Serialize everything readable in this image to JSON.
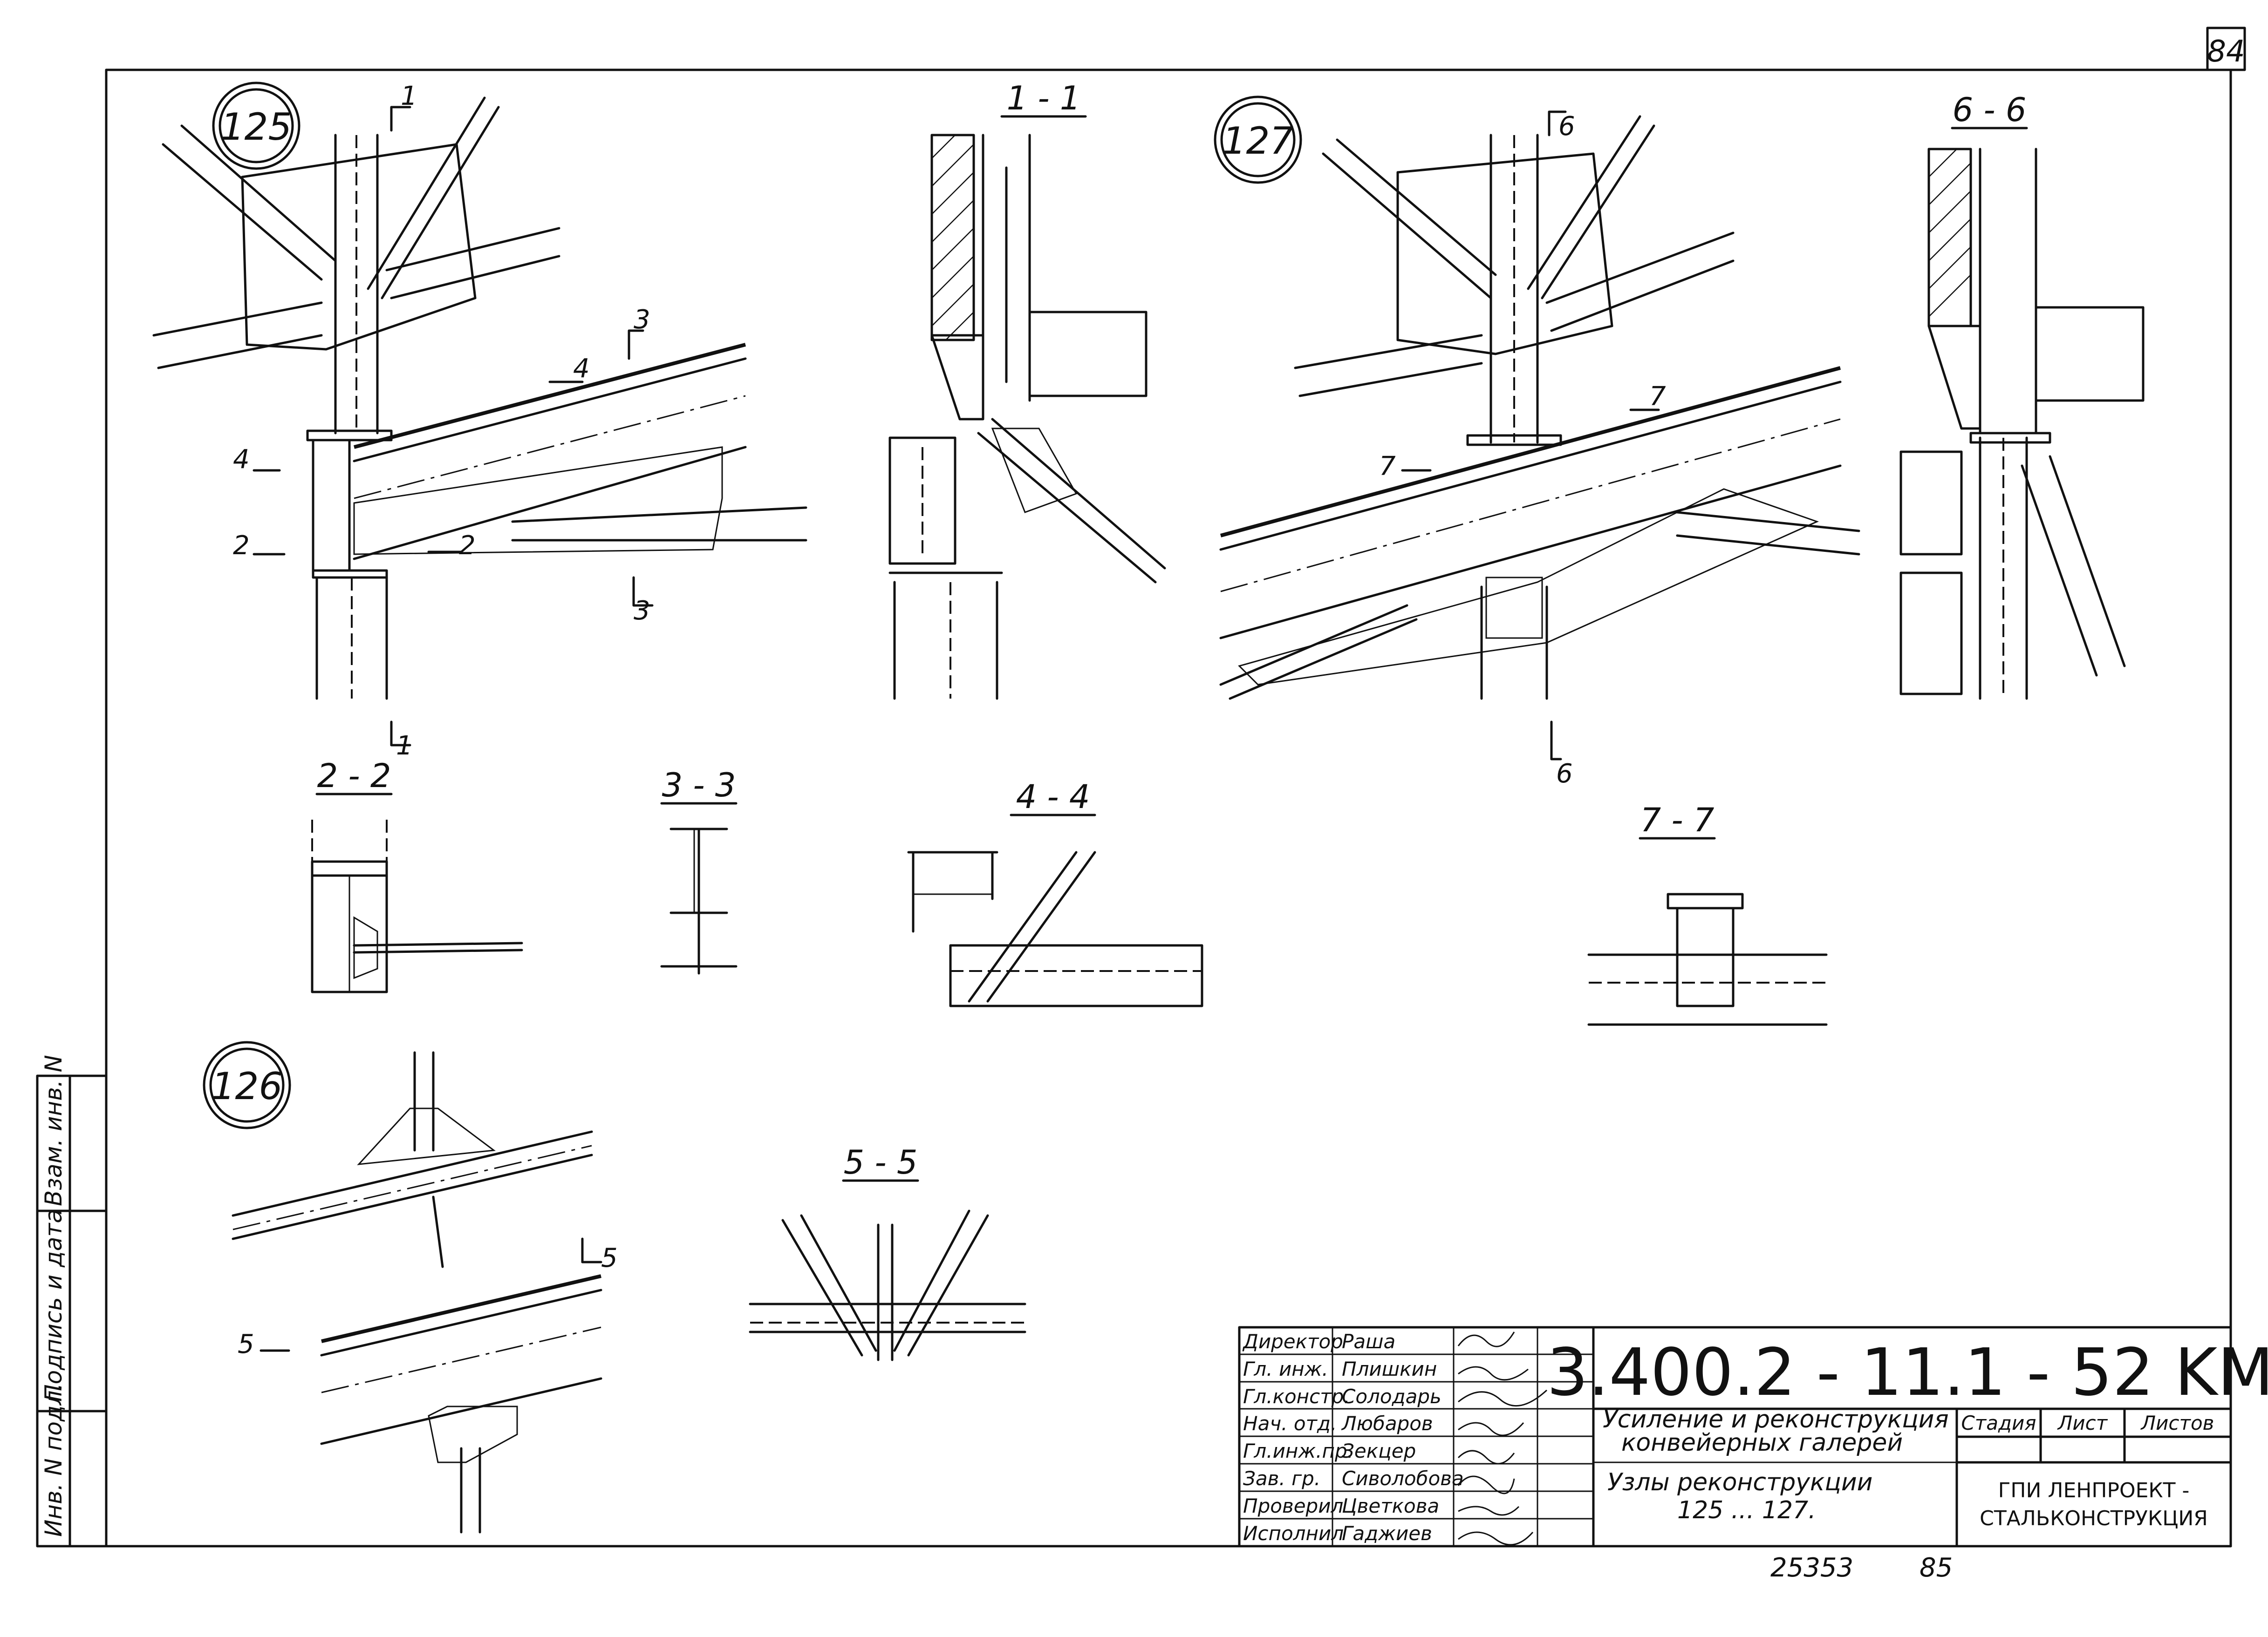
{
  "sheet": {
    "number": "84"
  },
  "nodes": {
    "n125": "125",
    "n126": "126",
    "n127": "127"
  },
  "sections": {
    "s1_1": "1 - 1",
    "s2_2": "2 - 2",
    "s3_3": "3 - 3",
    "s4_4": "4 - 4",
    "s5_5": "5 - 5",
    "s6_6": "6 - 6",
    "s7_7": "7 - 7"
  },
  "cut_marks": [
    "1",
    "1",
    "2",
    "2",
    "3",
    "3",
    "4",
    "4",
    "5",
    "5",
    "6",
    "6",
    "7",
    "7"
  ],
  "margin_stamp": {
    "inv_podl": "Инв. N подл.",
    "podpis": "Подпись и дата",
    "vzam": "Взам. инв. N"
  },
  "title_block": {
    "code": "3.400.2 - 11.1 - 52 KM",
    "roles": [
      {
        "role": "Директор",
        "name": "Раша"
      },
      {
        "role": "Гл. инж.",
        "name": "Плишкин"
      },
      {
        "role": "Гл.констр.",
        "name": "Солодарь"
      },
      {
        "role": "Нач. отд.",
        "name": "Любаров"
      },
      {
        "role": "Гл.инж.пр.",
        "name": "Зекцер"
      },
      {
        "role": "Зав. гр.",
        "name": "Сиволобова"
      },
      {
        "role": "Проверил",
        "name": "Цветкова"
      },
      {
        "role": "Исполнил",
        "name": "Гаджиев"
      }
    ],
    "title1_line1": "Усиление и реконструкция",
    "title1_line2": "конвейерных галерей",
    "title2_line1": "Узлы реконструкции",
    "title2_line2": "125 ... 127.",
    "col_stage": "Стадия",
    "col_sheet": "Лист",
    "col_sheets": "Листов",
    "org_line1": "ГПИ ЛЕНПРОЕКТ -",
    "org_line2": "СТАЛЬКОНСТРУКЦИЯ"
  },
  "footer": {
    "inv_number": "25353",
    "format": "85"
  }
}
